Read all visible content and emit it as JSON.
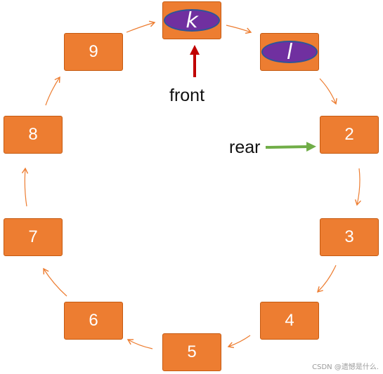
{
  "slots": {
    "k": "k",
    "l": "l",
    "s2": "2",
    "s3": "3",
    "s4": "4",
    "s5": "5",
    "s6": "6",
    "s7": "7",
    "s8": "8",
    "s9": "9"
  },
  "labels": {
    "front": "front",
    "rear": "rear"
  },
  "watermark": "CSDN @遗憾是什么.",
  "colors": {
    "slot_fill": "#ed7d31",
    "element_fill": "#7030a0",
    "front_arrow": "#c00000",
    "rear_arrow": "#70ad47",
    "cycle_arrow": "#ed7d31"
  }
}
